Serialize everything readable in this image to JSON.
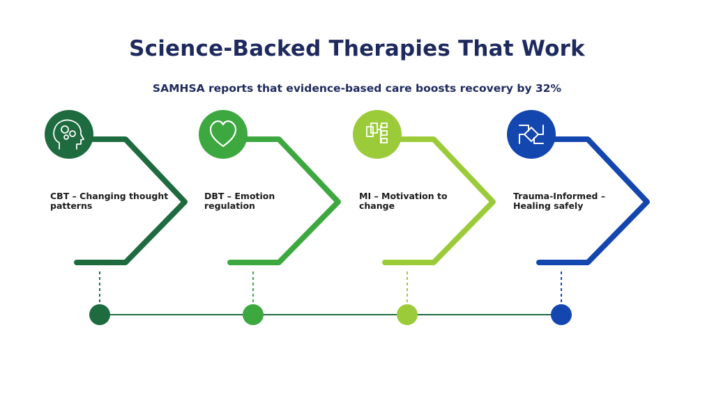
{
  "title": "Science-Backed Therapies That Work",
  "subtitle": "SAMHSA reports that evidence-based care boosts recovery by 32%",
  "steps": [
    {
      "label": "CBT – Changing thought patterns",
      "color": "#1e6b3f",
      "icon": "head-gears-icon"
    },
    {
      "label": "DBT – Emotion regulation",
      "color": "#3da83f",
      "icon": "heart-icon"
    },
    {
      "label": "MI – Motivation to change",
      "color": "#9ccb3a",
      "icon": "flowchart-icon"
    },
    {
      "label": "Trauma-Informed – Healing safely",
      "color": "#1446b0",
      "icon": "joined-hands-icon"
    }
  ],
  "timeline_color": "#1e6b3f"
}
